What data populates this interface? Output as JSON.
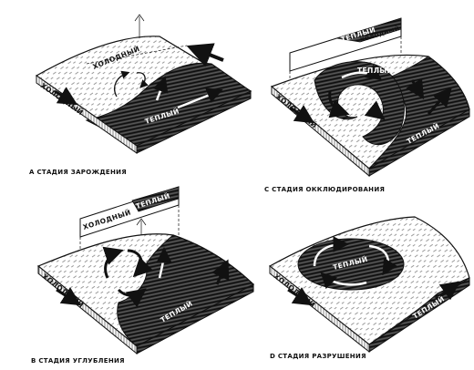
{
  "panels": {
    "a": {
      "caption": "А  СТАДИЯ ЗАРОЖДЕНИЯ",
      "label_cold_top": "ХОЛОДНЫЙ",
      "label_cold_side": "ХОЛОДНЫЙ",
      "label_warm": "ТЕПЛЫЙ"
    },
    "b": {
      "caption": "В  СТАДИЯ УГЛУБЛЕНИЯ",
      "label_profile_cold": "ХОЛОДНЫЙ",
      "label_profile_warm": "ТЕПЛЫЙ",
      "label_cold_side": "ХОЛОДНЫЙ",
      "label_warm": "ТЕПЛЫЙ"
    },
    "c": {
      "caption": "С  СТАДИЯ ОККЛЮДИРОВАНИЯ",
      "label_profile_warm": "ТЕПЛЫЙ",
      "label_profile_cold": "ХОЛОДНЫЙ",
      "label_center_warm": "ТЕПЛЫЙ",
      "label_cold_side": "ХОЛОДНЫЙ",
      "label_warm": "ТЕПЛЫЙ"
    },
    "d": {
      "caption": "D  СТАДИЯ РАЗРУШЕНИЯ",
      "label_center_warm": "ТЕПЛЫЙ",
      "label_cold_side": "ХОЛОДНЫЙ",
      "label_warm": "ТЕПЛЫЙ"
    }
  }
}
